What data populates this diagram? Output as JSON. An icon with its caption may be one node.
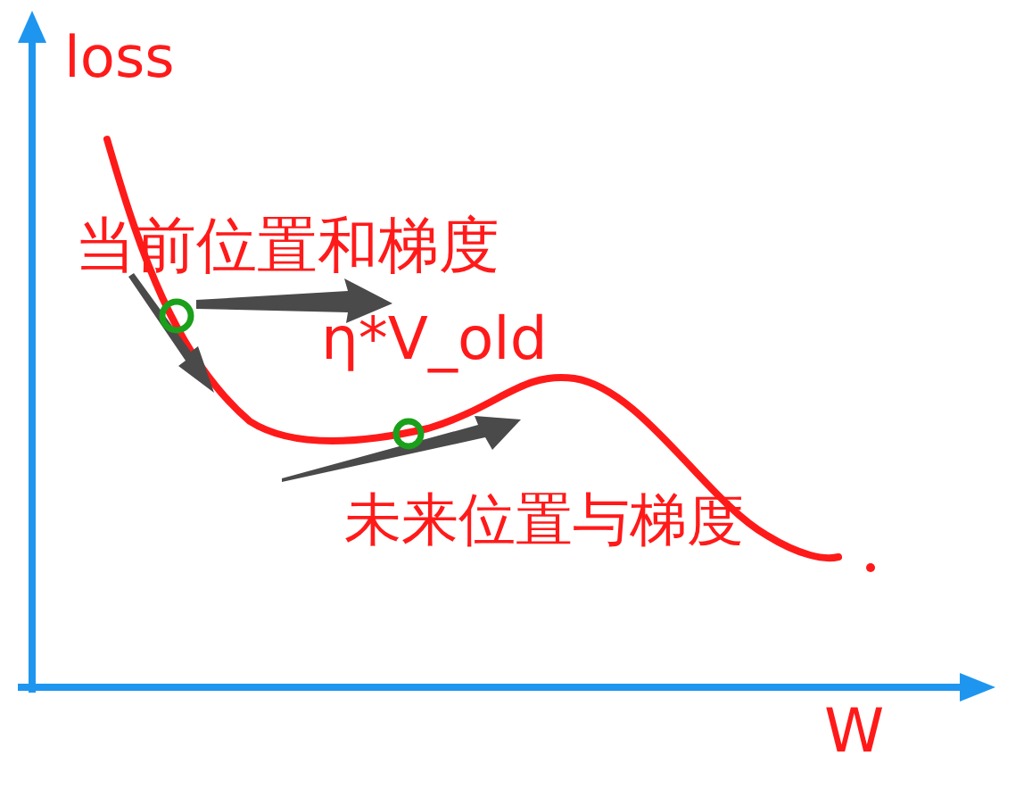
{
  "diagram": {
    "labels": [
      "loss",
      "当前位置和梯度",
      "η*V_old",
      "未来位置与梯度",
      "W"
    ]
  }
}
